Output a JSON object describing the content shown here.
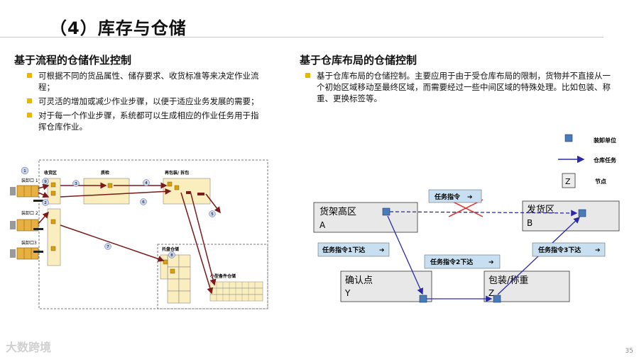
{
  "page": {
    "title": "（4）库存与仓储",
    "page_number": "35",
    "watermark": "大数跨境"
  },
  "left": {
    "heading": "基于流程的仓储作业控制",
    "bullets": [
      "可根据不同的货品属性、储存要求、收货标准等来决定作业流程；",
      "可灵活的增加或减少作业步骤，以便于适应业务发展的需要；",
      "对于每一个作业步骤，系统都可以生成相应的作业任务用于指挥仓库作业。"
    ],
    "diagram": {
      "dock1": "装卸口 1",
      "dock2": "装卸口 2",
      "dock3": "装卸口3",
      "receiving": "收货区",
      "qc": "质检",
      "repack": "再包装/ 拆包",
      "pallet": "托盘仓储",
      "small_parts": "小型备件仓储",
      "steps": [
        "1",
        "2",
        "3",
        "4",
        "5",
        "6",
        "7",
        "8",
        "9"
      ]
    }
  },
  "right": {
    "heading": "基于仓库布局的仓储控制",
    "bullets": [
      "基于仓库布局的仓储控制。主要应用于由于受仓库布局的限制，货物并不直接从一个初始区域移动至最终区域，而需要经过一些中间区域的特殊处理。比如包装、称重、更换标签等。"
    ],
    "legend": {
      "unit": "装卸单位",
      "task": "仓库任务",
      "node_letter": "Z",
      "node": "节点"
    },
    "zones": {
      "a_name": "货架高区",
      "a_letter": "A",
      "b_name": "发货区",
      "b_letter": "B",
      "y_name": "确认点",
      "y_letter": "Y",
      "z_name": "包装/称重",
      "z_letter": "Z"
    },
    "tasks": {
      "direct": "任务指令",
      "t1": "任务指令1下达",
      "t2": "任务指令2下达",
      "t3": "任务指令3下达"
    },
    "colors": {
      "unit_blue": "#4a7ab8",
      "arrow_blue": "#2a2aa8",
      "zone_fill": "#e8e8e8",
      "task_fill": "#c7dff0",
      "cross_red": "#e03030",
      "bullet": "#e6b800"
    }
  }
}
